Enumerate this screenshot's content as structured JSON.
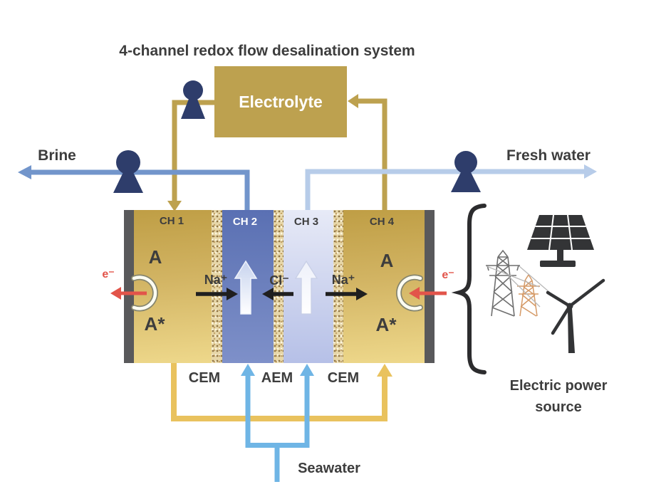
{
  "title": "4-channel redox flow desalination system",
  "electrolyte_label": "Electrolyte",
  "streams": {
    "brine": "Brine",
    "fresh_water": "Fresh water",
    "seawater": "Seawater"
  },
  "cell": {
    "channel_labels": [
      "CH 1",
      "CH 2",
      "CH 3",
      "CH 4"
    ],
    "membrane_labels": [
      "CEM",
      "AEM",
      "CEM"
    ],
    "species": {
      "oxidized": "A",
      "reduced": "A*"
    },
    "ions": {
      "sodium": "Na⁺",
      "chloride": "Cl⁻"
    },
    "electron": "e⁻"
  },
  "power_source_label": "Electric power source",
  "colors": {
    "gold": "#bda14f",
    "gold_light": "#e9c25e",
    "navy": "#2e3d6b",
    "brine_blue": "#7295cb",
    "fresh_blue": "#b7cce9",
    "seawater_blue": "#6fb5e5",
    "electron_red": "#e2544a",
    "electrode_gray": "#59595b",
    "text_dark": "#3d3d3d",
    "icon_dark": "#333436"
  }
}
